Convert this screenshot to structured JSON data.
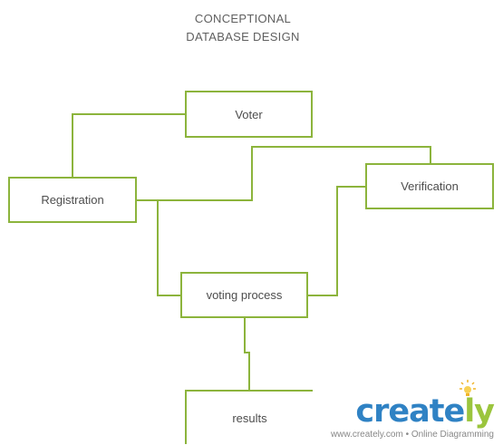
{
  "diagram": {
    "title_line1": "CONCEPTIONAL",
    "title_line2": "DATABASE DESIGN",
    "nodes": {
      "voter": "Voter",
      "registration": "Registration",
      "verification": "Verification",
      "voting_process": "voting process",
      "results": "results"
    },
    "stroke_color": "#8cb43c"
  },
  "watermark": {
    "logo_main": "create",
    "logo_accent": "ly",
    "tagline": "www.creately.com • Online Diagramming",
    "brand_blue": "#2f82c4",
    "brand_green": "#9bc53d",
    "icon": "lightbulb-icon"
  }
}
